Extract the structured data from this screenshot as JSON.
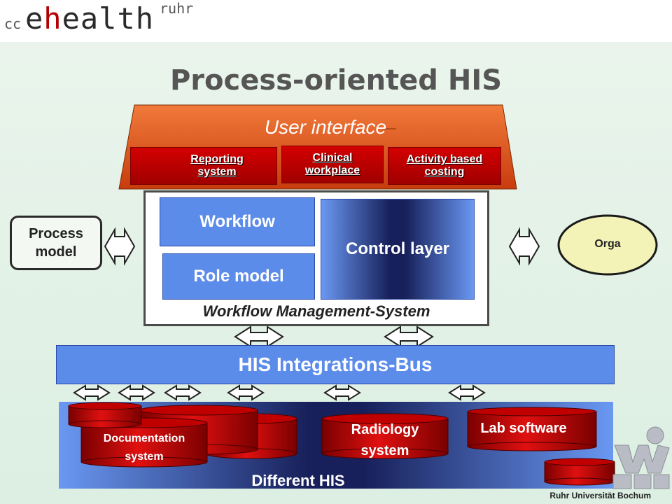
{
  "logo": {
    "prefix": "cc",
    "main_e": "e",
    "main_h": "h",
    "main_rest": "ealth",
    "suffix": "ruhr"
  },
  "title": "Process-oriented HIS",
  "user_interface": {
    "label": "User interface",
    "boxes": [
      {
        "line1": "Reporting",
        "line2": "system"
      },
      {
        "line1": "Clinical",
        "line2": "workplace"
      },
      {
        "line1": "Activity based",
        "line2": "costing"
      }
    ]
  },
  "wms": {
    "workflow": "Workflow",
    "role_model": "Role model",
    "control_layer": "Control layer",
    "label": "Workflow Management-System"
  },
  "process_model": {
    "line1": "Process",
    "line2": "model"
  },
  "orga": "Orga",
  "bus": "HIS Integrations-Bus",
  "his": {
    "label": "Different HIS",
    "documentation": {
      "line1": "Documentation",
      "line2": "system"
    },
    "radiology": {
      "line1": "Radiology",
      "line2": "system"
    },
    "lab": "Lab software"
  },
  "footer": "Ruhr Universität Bochum",
  "colors": {
    "orange": "#e0561e",
    "red": "#c40000",
    "blue": "#5b8cea",
    "navy": "#17205a"
  }
}
